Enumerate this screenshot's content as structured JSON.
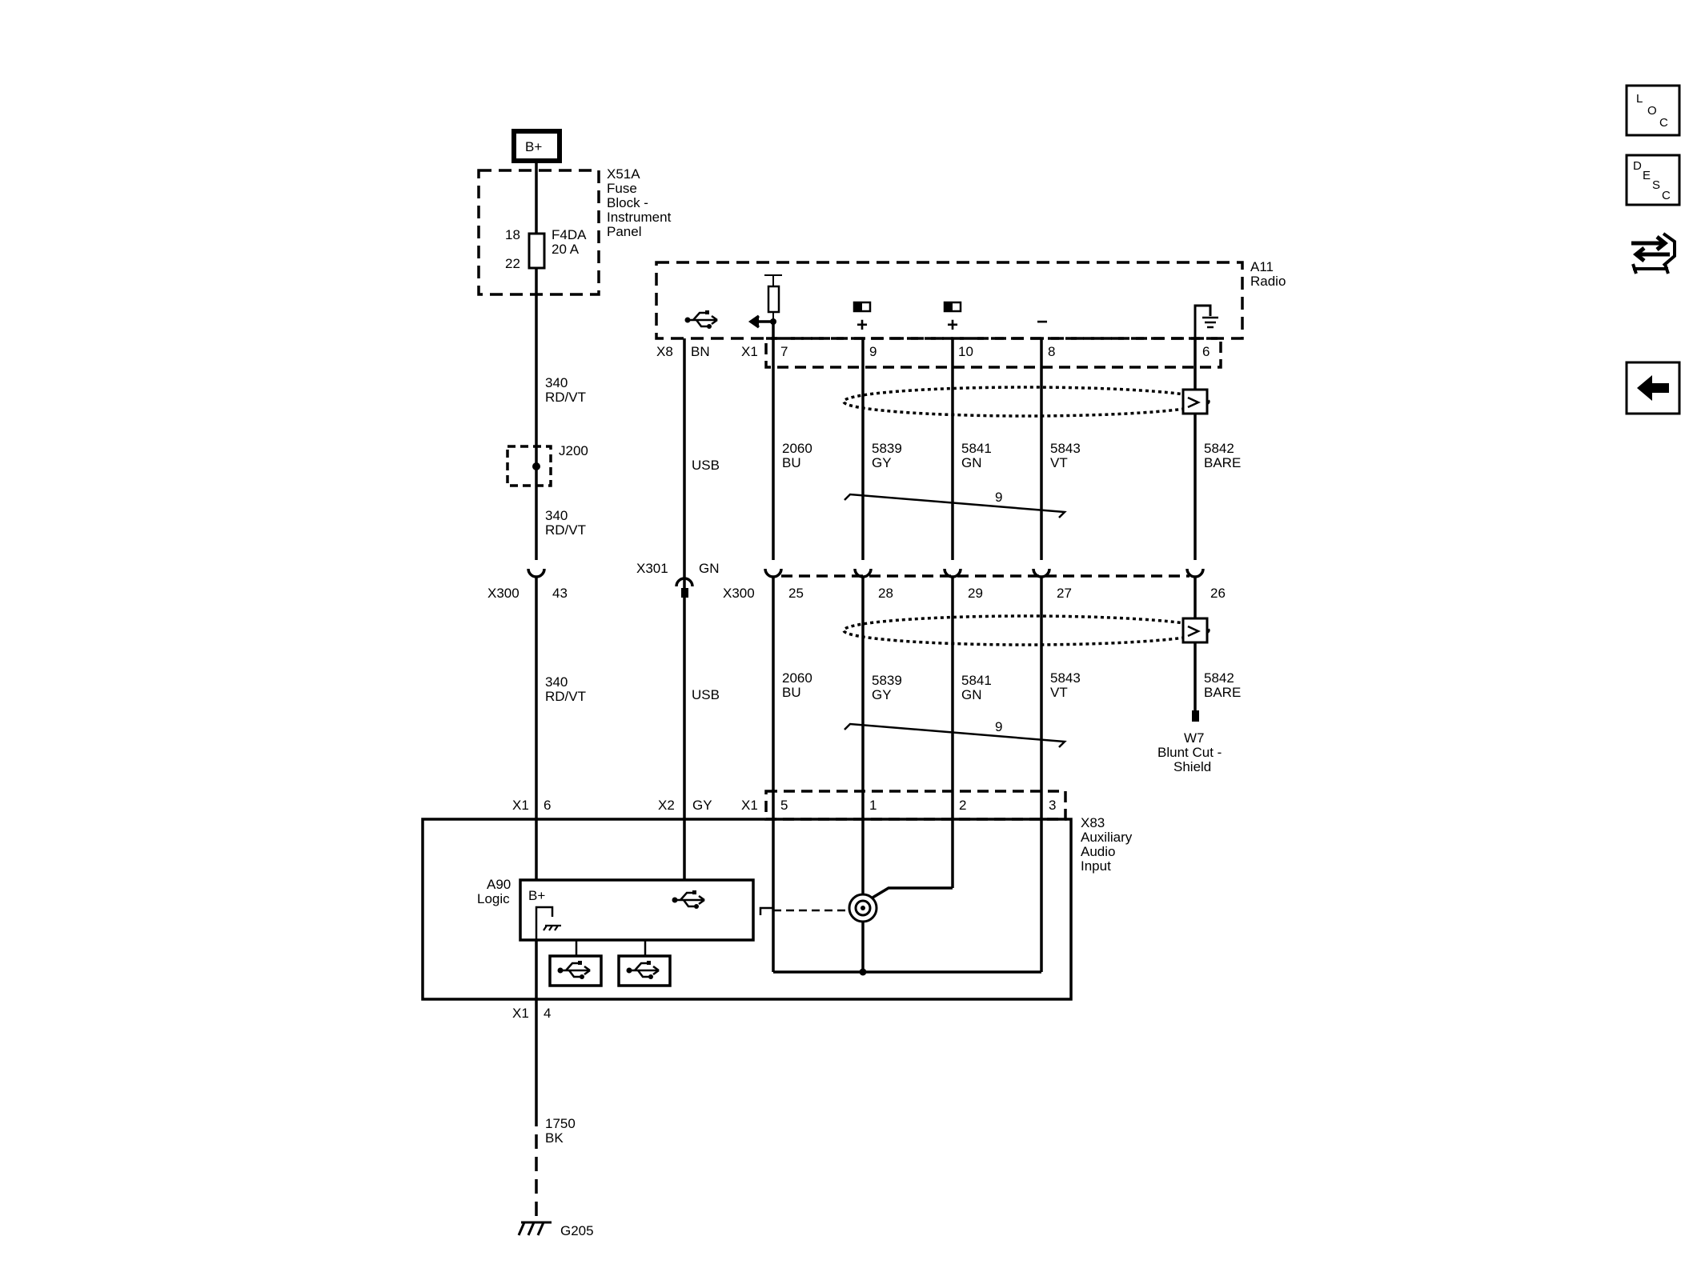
{
  "sidebar": {
    "loc": {
      "l1": "L",
      "l2": "O",
      "l3": "C"
    },
    "desc": {
      "l1": "D",
      "l2": "E",
      "l3": "S",
      "l4": "C"
    }
  },
  "supply": {
    "symbol": "B+"
  },
  "fuse_block": {
    "id": "X51A",
    "line1": "Fuse",
    "line2": "Block -",
    "line3": "Instrument",
    "line4": "Panel",
    "pin_in": "18",
    "pin_out": "22",
    "fuse_name": "F4DA",
    "fuse_rating": "20 A"
  },
  "radio": {
    "id": "A11",
    "name": "Radio"
  },
  "radio_connectors": {
    "x8": "X8",
    "x8_color": "BN",
    "x1": "X1",
    "p7": "7",
    "p9": "9",
    "p10": "10",
    "p8": "8",
    "p6": "6",
    "sig_plus_1": "+",
    "sig_plus_2": "+",
    "sig_minus": "−"
  },
  "circuits": {
    "c340_a": {
      "num": "340",
      "color": "RD/VT"
    },
    "c340_b": {
      "num": "340",
      "color": "RD/VT"
    },
    "c340_c": {
      "num": "340",
      "color": "RD/VT"
    },
    "usb_a": "USB",
    "usb_b": "USB",
    "c2060_a": {
      "num": "2060",
      "color": "BU"
    },
    "c2060_b": {
      "num": "2060",
      "color": "BU"
    },
    "c5839_a": {
      "num": "5839",
      "color": "GY"
    },
    "c5839_b": {
      "num": "5839",
      "color": "GY"
    },
    "c5841_a": {
      "num": "5841",
      "color": "GN"
    },
    "c5841_b": {
      "num": "5841",
      "color": "GN"
    },
    "c5843_a": {
      "num": "5843",
      "color": "VT"
    },
    "c5843_b": {
      "num": "5843",
      "color": "VT"
    },
    "c5842_a": {
      "num": "5842",
      "color": "BARE"
    },
    "c5842_b": {
      "num": "5842",
      "color": "BARE"
    },
    "twist_a": "9",
    "twist_b": "9",
    "c1750": {
      "num": "1750",
      "color": "BK"
    }
  },
  "splice": {
    "id": "J200"
  },
  "inline": {
    "x300_left": "X300",
    "x300_43": "43",
    "x301": "X301",
    "x301_color": "GN",
    "x300_mid": "X300",
    "p25": "25",
    "p28": "28",
    "p29": "29",
    "p27": "27",
    "p26": "26"
  },
  "shield": {
    "id": "W7",
    "line1": "Blunt Cut -",
    "line2": "Shield"
  },
  "aux": {
    "id": "X83",
    "line1": "Auxiliary",
    "line2": "Audio",
    "line3": "Input",
    "x1a": "X1",
    "p6": "6",
    "x2": "X2",
    "x2_color": "GY",
    "x1b": "X1",
    "p5": "5",
    "p1": "1",
    "p2": "2",
    "p3": "3",
    "x1c": "X1",
    "p4": "4"
  },
  "logic": {
    "id": "A90",
    "name": "Logic",
    "bplus": "B+"
  },
  "ground": {
    "id": "G205"
  }
}
